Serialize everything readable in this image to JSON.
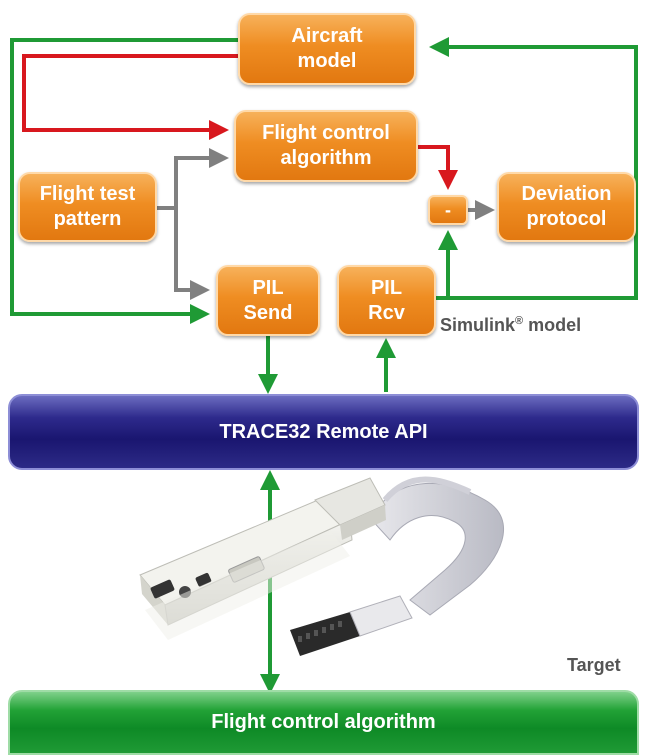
{
  "blocks": {
    "aircraft_model": [
      "Aircraft",
      "model"
    ],
    "flight_control_algorithm": [
      "Flight control",
      "algorithm"
    ],
    "flight_test_pattern": [
      "Flight test",
      "pattern"
    ],
    "deviation_protocol": [
      "Deviation",
      "protocol"
    ],
    "pil_send": [
      "PIL",
      "Send"
    ],
    "pil_rcv": [
      "PIL",
      "Rcv"
    ],
    "subtract": "-"
  },
  "captions": {
    "simulink_model": "Simulink",
    "simulink_model_reg": "®",
    "simulink_model_suffix": " model",
    "target": "Target"
  },
  "bars": {
    "remote_api": "TRACE32 Remote API",
    "target_algorithm": "Flight control algorithm"
  },
  "colors": {
    "block_orange": "#ef8d22",
    "signal_green": "#1f9a35",
    "signal_red": "#d8181e",
    "signal_gray": "#808080",
    "api_blue": "#1a1670",
    "target_green": "#0e8a26"
  }
}
